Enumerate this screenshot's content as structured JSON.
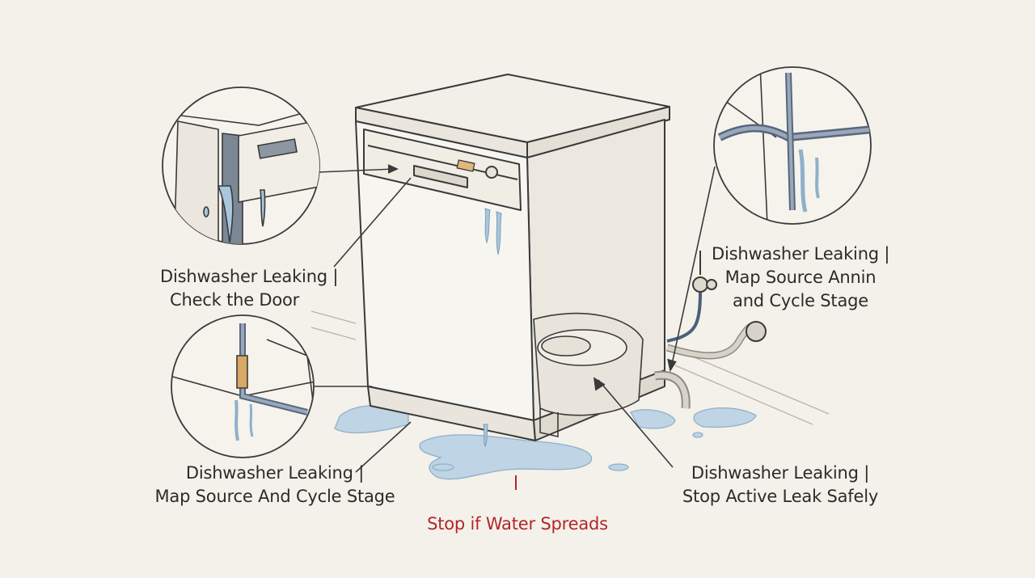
{
  "labels": {
    "door": {
      "line1": "Dishwasher Leaking |",
      "line2": "Check the Door"
    },
    "inlet": {
      "line1": "Dishwasher Leaking |",
      "line2": "Map Source Annin",
      "line3": "and Cycle Stage"
    },
    "seal": {
      "line1": "Dishwasher Leaking |",
      "line2": "Map Source And Cycle Stage"
    },
    "active": {
      "line1": "Dishwasher Leaking |",
      "line2": "Stop Active Leak Safely"
    },
    "warning": "Stop if Water Spreads"
  },
  "colors": {
    "background": "#f4f1ea",
    "ink": "#3a3a3a",
    "water": "#a9c6dd",
    "warning": "#b3262a",
    "tape": "#d9a862"
  }
}
